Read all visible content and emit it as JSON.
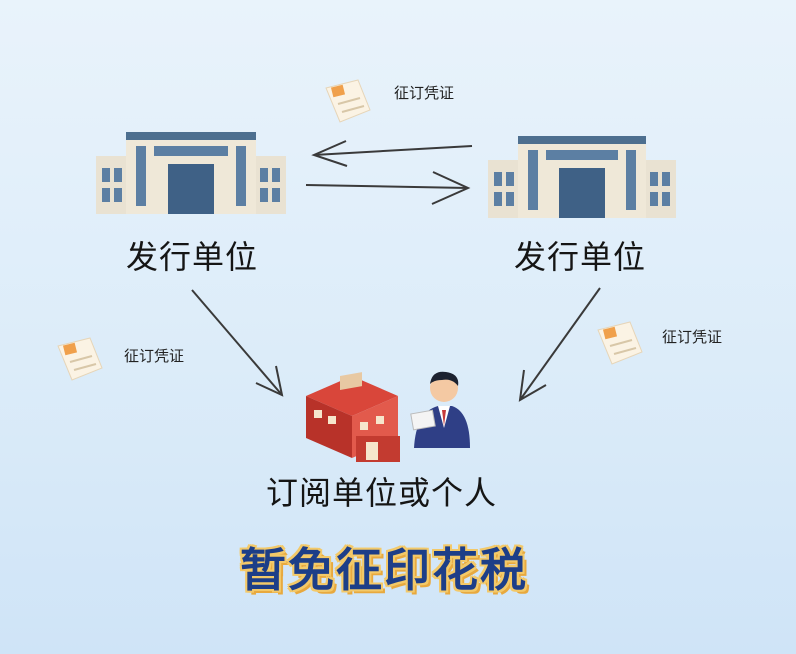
{
  "nodes": {
    "issuer_left": "发行单位",
    "issuer_right": "发行单位",
    "subscriber": "订阅单位或个人"
  },
  "documents": {
    "top": "征订凭证",
    "left": "征订凭证",
    "right": "征订凭证"
  },
  "headline": "暂免征印花税"
}
